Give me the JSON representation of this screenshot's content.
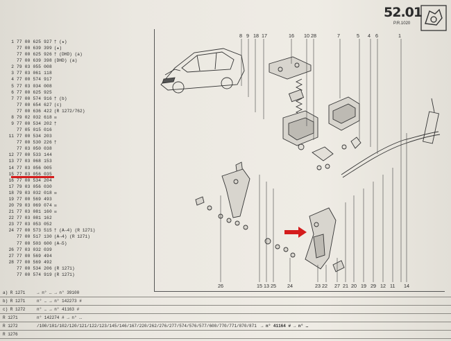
{
  "header": {
    "page_number": "52.01",
    "sub_code": "P.R.1020"
  },
  "parts_list": [
    {
      "no": "1",
      "ref": "77 00 625 927",
      "note": "† (★)"
    },
    {
      "no": "",
      "ref": "77 00 639 399",
      "note": "(★)"
    },
    {
      "no": "",
      "ref": "77 00 625 926",
      "note": "† (DHD) (a)"
    },
    {
      "no": "",
      "ref": "77 00 639 398",
      "note": "(DHD) (a)"
    },
    {
      "no": "2",
      "ref": "79 03 055 008",
      "note": ""
    },
    {
      "no": "3",
      "ref": "77 03 061 118",
      "note": ""
    },
    {
      "no": "4",
      "ref": "77 00 574 917",
      "note": ""
    },
    {
      "no": "5",
      "ref": "77 03 034 008",
      "note": ""
    },
    {
      "no": "6",
      "ref": "77 00 625 925",
      "note": ""
    },
    {
      "no": "7",
      "ref": "77 00 574 916",
      "note": "† (b)"
    },
    {
      "no": "",
      "ref": "77 00 654 627",
      "note": "(c)"
    },
    {
      "no": "",
      "ref": "77 00 636 422",
      "note": "(R 1272/762)"
    },
    {
      "no": "8",
      "ref": "79 02 032 618",
      "note": "☒"
    },
    {
      "no": "9",
      "ref": "77 00 534 202",
      "note": "†"
    },
    {
      "no": "",
      "ref": "77 05 015 016",
      "note": ""
    },
    {
      "no": "11",
      "ref": "77 00 534 203",
      "note": ""
    },
    {
      "no": "",
      "ref": "77 00 530 226",
      "note": "†"
    },
    {
      "no": "",
      "ref": "77 03 050 038",
      "note": ""
    },
    {
      "no": "12",
      "ref": "77 00 533 144",
      "note": ""
    },
    {
      "no": "13",
      "ref": "77 03 068 153",
      "note": ""
    },
    {
      "no": "14",
      "ref": "77 03 056 005",
      "note": ""
    },
    {
      "no": "15",
      "ref": "77 03 056 035",
      "note": ""
    },
    {
      "no": "16",
      "ref": "77 00 534 204",
      "note": ""
    },
    {
      "no": "17",
      "ref": "79 03 056 030",
      "note": ""
    },
    {
      "no": "18",
      "ref": "79 03 032 018",
      "note": "☒"
    },
    {
      "no": "19",
      "ref": "77 00 569 493",
      "note": ""
    },
    {
      "no": "20",
      "ref": "79 03 069 074",
      "note": "☒"
    },
    {
      "no": "21",
      "ref": "77 03 081 160",
      "note": "☒"
    },
    {
      "no": "22",
      "ref": "77 03 081 162",
      "note": ""
    },
    {
      "no": "23",
      "ref": "77 03 053 052",
      "note": ""
    },
    {
      "no": "24",
      "ref": "77 00 573 515",
      "note": "† (A→4) (R 1271)"
    },
    {
      "no": "",
      "ref": "77 00 517 130",
      "note": "(A→4) (R 1271)"
    },
    {
      "no": "",
      "ref": "77 00 503 600",
      "note": "(A→5)"
    },
    {
      "no": "26",
      "ref": "77 03 032 039",
      "note": ""
    },
    {
      "no": "27",
      "ref": "77 00 569 494",
      "note": ""
    },
    {
      "no": "28",
      "ref": "77 00 569 492",
      "note": ""
    },
    {
      "no": "",
      "ref": "77 00 534 206",
      "note": "(R 1271)"
    },
    {
      "no": "",
      "ref": "77 00 574 919",
      "note": "(R 1271)"
    }
  ],
  "callouts_top": [
    "8",
    "9",
    "18",
    "17",
    "16",
    "10",
    "28",
    "7",
    "5",
    "4",
    "6",
    "1"
  ],
  "callouts_bottom": [
    "26",
    "15",
    "13",
    "25",
    "24",
    "23",
    "22",
    "27",
    "21",
    "20",
    "19",
    "29",
    "12",
    "11",
    "14"
  ],
  "bottom_rows": [
    {
      "model": "a) R 1271",
      "range": "→ n° …  → n° 39100",
      "code": ""
    },
    {
      "model": "b) R 1271",
      "range": "n° …  → n° 142273 #",
      "code": ""
    },
    {
      "model": "c) R 1272",
      "range": "n° …  → n° 41163 #",
      "code": ""
    },
    {
      "model": "R 1271",
      "range": "n° 142274 #  → n° …",
      "code": ""
    },
    {
      "model": "R 1272",
      "range": "/100/101/102/120/121/122/123/145/146/167/220/262/276/277/574/576/577/600/770/771/870/871",
      "code": "→ n° 41164 #  → n° …"
    },
    {
      "model": "R 1276",
      "range": "",
      "code": ""
    }
  ],
  "colors": {
    "highlight": "#d41c1c",
    "ink": "#2b2b2b",
    "paper": "#ebe8e1"
  }
}
